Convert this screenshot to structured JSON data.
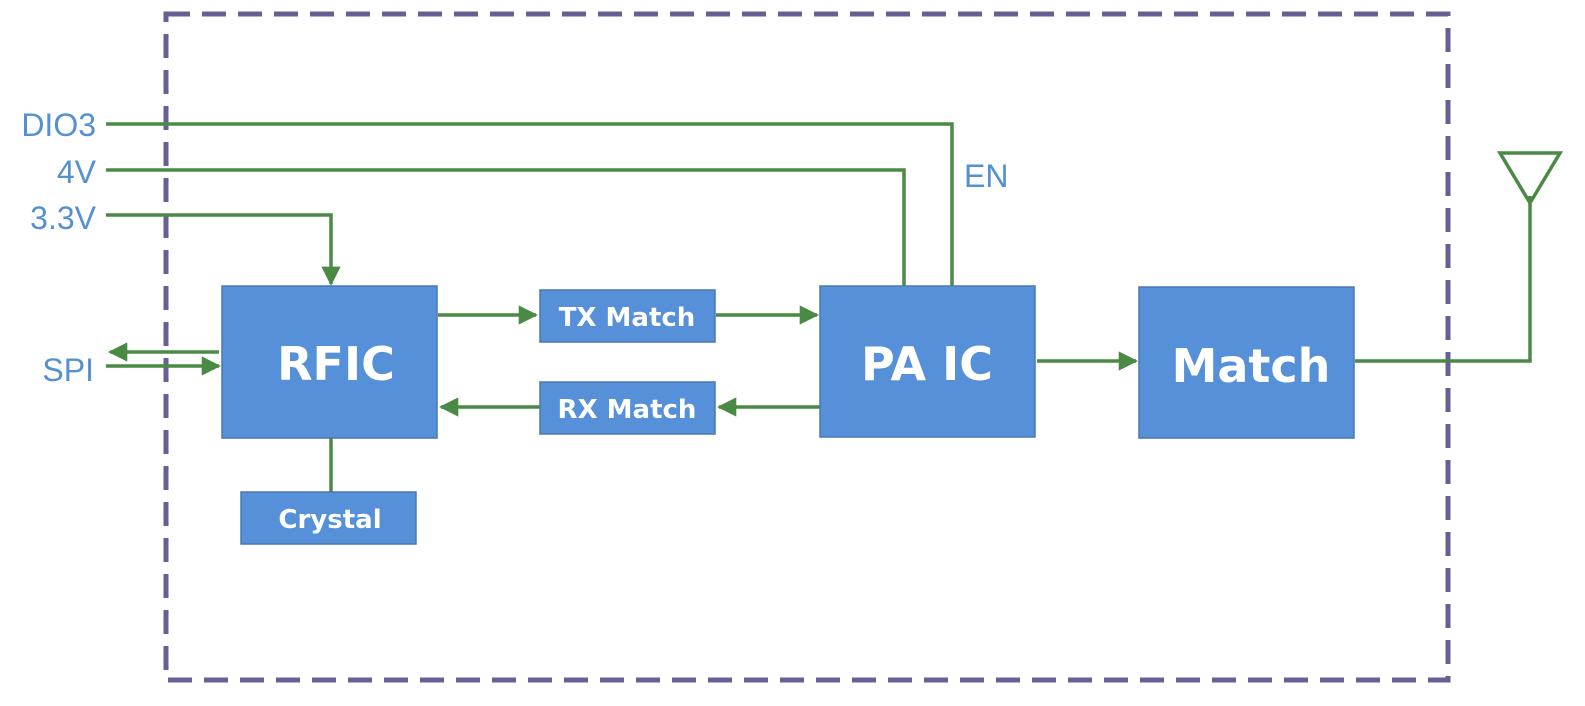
{
  "colors": {
    "block_fill": "#5590d8",
    "block_stroke": "#4a78b0",
    "wire": "#4a8a44",
    "boundary": "#6a5f93",
    "signal_text": "#5590d0",
    "block_text": "#ffffff"
  },
  "blocks": {
    "rfic": "RFIC",
    "tx_match": "TX Match",
    "rx_match": "RX Match",
    "pa_ic": "PA IC",
    "match": "Match",
    "crystal": "Crystal"
  },
  "signals": {
    "dio3": "DIO3",
    "v4": "4V",
    "v33": "3.3V",
    "spi": "SPI",
    "en": "EN"
  },
  "icons": {
    "antenna": "antenna-icon"
  }
}
